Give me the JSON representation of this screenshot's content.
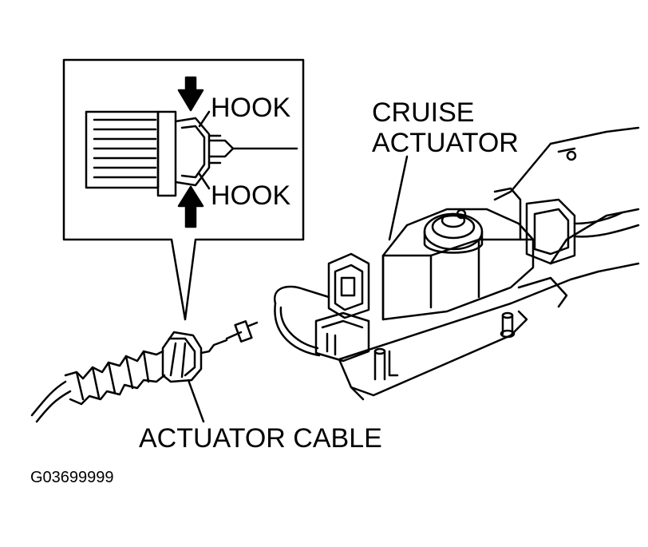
{
  "labels": {
    "hook_top": "HOOK",
    "hook_bottom": "HOOK",
    "cruise_actuator_line1": "CRUISE",
    "cruise_actuator_line2": "ACTUATOR",
    "actuator_cable": "ACTUATOR CABLE",
    "figure_code": "G03699999"
  }
}
